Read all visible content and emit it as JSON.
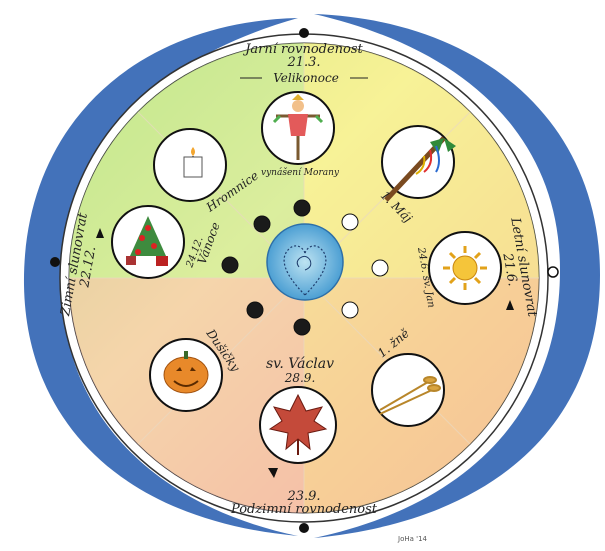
{
  "colors": {
    "outer_blue": "#2f63b3",
    "spring_green": "#b8e27a",
    "summer_yellow": "#f6e85a",
    "autumn_orange": "#f2b07e",
    "winter_teal": "#9fd8c8",
    "center_blue": "#5aa9d9",
    "moon_dark": "#1a1a1a"
  },
  "cardinal_labels": {
    "spring": {
      "line1": "Jarní rovnodenost",
      "line2": "21.3."
    },
    "summer": {
      "line1": "Letní slunovrat",
      "line2": "21.6."
    },
    "autumn": {
      "line1": "23.9.",
      "line2": "Podzimní rovnodenost"
    },
    "winter": {
      "line1": "Zimní slunovrat",
      "line2": "22.12."
    }
  },
  "festivals": [
    {
      "id": "velikonoce",
      "label": "Velikonoce",
      "icon": "morana-effigy-icon"
    },
    {
      "id": "vynaseni",
      "label": "vynášení Morany",
      "icon": ""
    },
    {
      "id": "maj",
      "label": "1. Máj",
      "icon": "maypole-icon"
    },
    {
      "id": "svatojan",
      "label": "24.6. sv. Jan",
      "icon": "sun-icon"
    },
    {
      "id": "zne",
      "label": "1. žně",
      "icon": "wheat-icon"
    },
    {
      "id": "vaclav",
      "label": "sv. Václav",
      "sub": "28.9.",
      "icon": "maple-leaf-icon"
    },
    {
      "id": "dusicky",
      "label": "Dušičky",
      "icon": "pumpkin-icon"
    },
    {
      "id": "vanoce",
      "label": "Vánoce",
      "sub": "24.12.",
      "icon": "christmas-tree-icon"
    },
    {
      "id": "hromnice",
      "label": "Hromnice",
      "icon": "candle-icon"
    }
  ],
  "signature": "JoHa '14"
}
